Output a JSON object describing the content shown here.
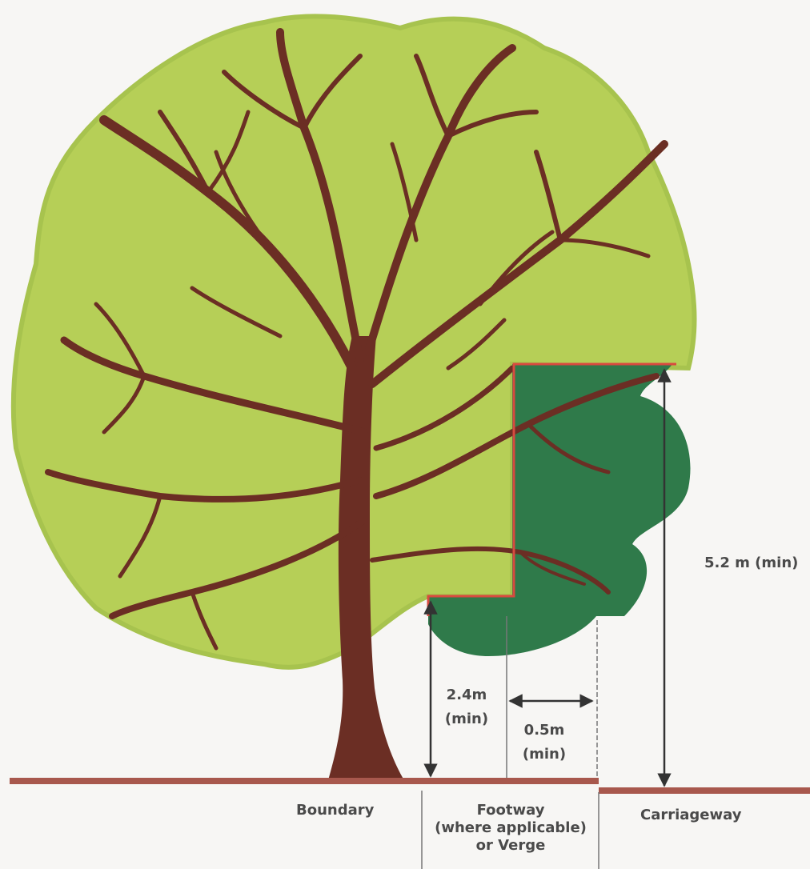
{
  "labels": {
    "height_carriageway": "5.2 m (min)",
    "height_footway_line1": "2.4m",
    "height_footway_line2": "(min)",
    "offset_line1": "0.5m",
    "offset_line2": "(min)",
    "boundary": "Boundary",
    "footway_line1": "Footway",
    "footway_line2": "(where applicable)",
    "footway_line3": "or Verge",
    "carriageway": "Carriageway"
  },
  "colors": {
    "foliage_light": "#b6cf57",
    "foliage_light_edge": "#a7c34e",
    "foliage_dark": "#2f7a4a",
    "branches": "#6b2e24",
    "ground": "#a8584d",
    "clearance_outline": "#d84a3f",
    "dimension": "#333333",
    "background": "#f7f6f4"
  }
}
